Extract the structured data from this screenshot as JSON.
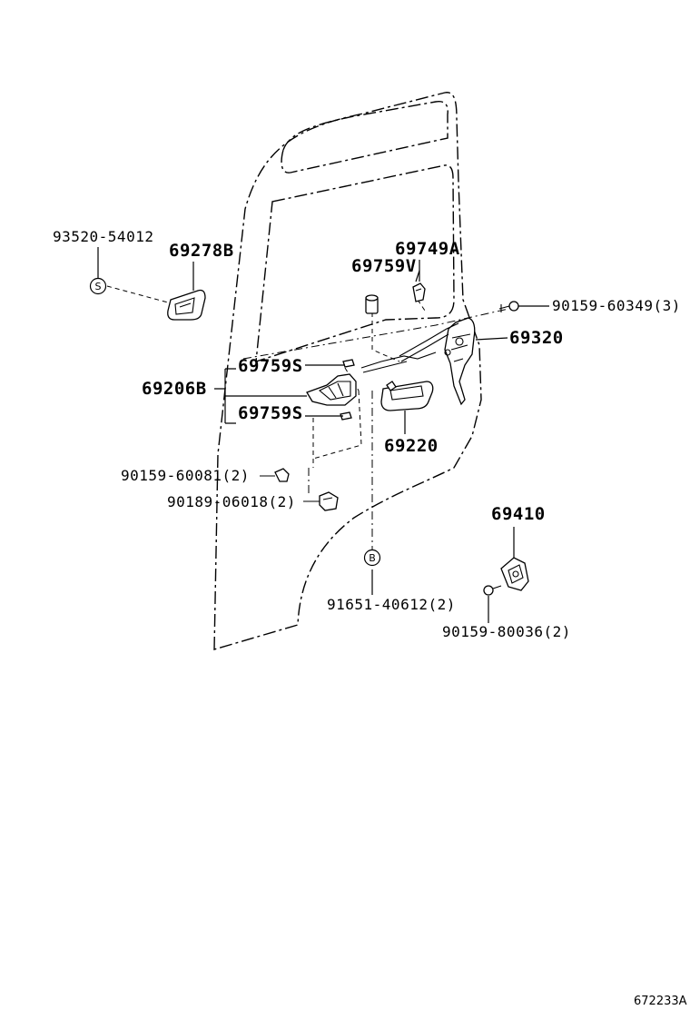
{
  "diagram_id": "672233A",
  "symbols": {
    "s": "S",
    "b": "B"
  },
  "parts": {
    "p93520": "93520-54012",
    "p69278": "69278B",
    "p69749": "69749A",
    "p69759v": "69759V",
    "p90159_603": "90159-60349(3)",
    "p69320": "69320",
    "p69759s_top": "69759S",
    "p69206": "69206B",
    "p69759s_bot": "69759S",
    "p69220": "69220",
    "p90159_600": "90159-60081(2)",
    "p90189": "90189-06018(2)",
    "p69410": "69410",
    "p91651": "91651-40612(2)",
    "p90159_800": "90159-80036(2)"
  }
}
